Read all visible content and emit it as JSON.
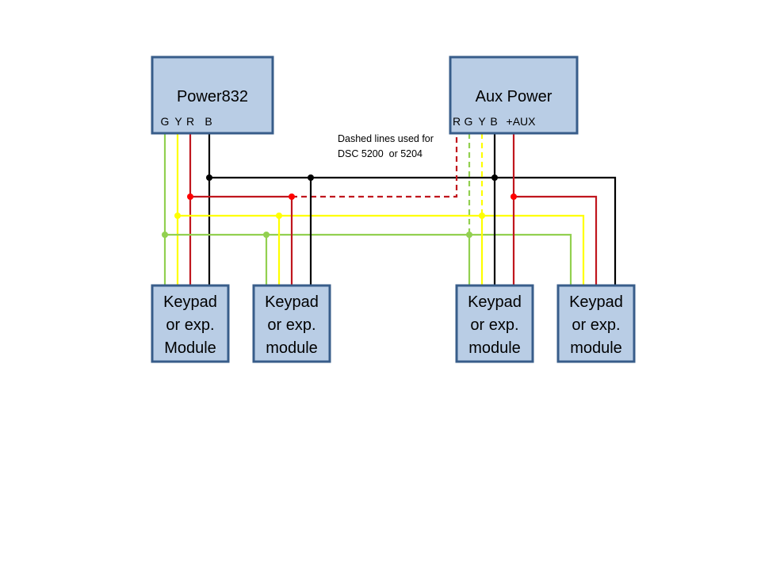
{
  "colors": {
    "green": "#92d050",
    "yellow": "#ffff00",
    "red": "#c0161e",
    "red_node": "#ff0000",
    "black": "#000000",
    "box_fill": "#b9cde5",
    "box_border": "#385d8a"
  },
  "boxes": {
    "panel": {
      "title": "Power832",
      "pins": [
        "G",
        "Y",
        "R",
        "B"
      ]
    },
    "aux": {
      "title": "Aux Power",
      "pins": [
        "R",
        "G",
        "Y",
        "B",
        "+AUX"
      ]
    }
  },
  "note": {
    "line1": "Dashed lines used for",
    "line2": "DSC 5200  or 5204"
  },
  "modules": [
    {
      "line1": "Keypad",
      "line2": "or exp.",
      "line3": "Module"
    },
    {
      "line1": "Keypad",
      "line2": "or exp.",
      "line3": "module"
    },
    {
      "line1": "Keypad",
      "line2": "or exp.",
      "line3": "module"
    },
    {
      "line1": "Keypad",
      "line2": "or exp.",
      "line3": "module"
    }
  ],
  "buses": [
    {
      "name": "black",
      "signal": "B"
    },
    {
      "name": "red",
      "signal": "R"
    },
    {
      "name": "yellow",
      "signal": "Y"
    },
    {
      "name": "green",
      "signal": "G"
    }
  ]
}
